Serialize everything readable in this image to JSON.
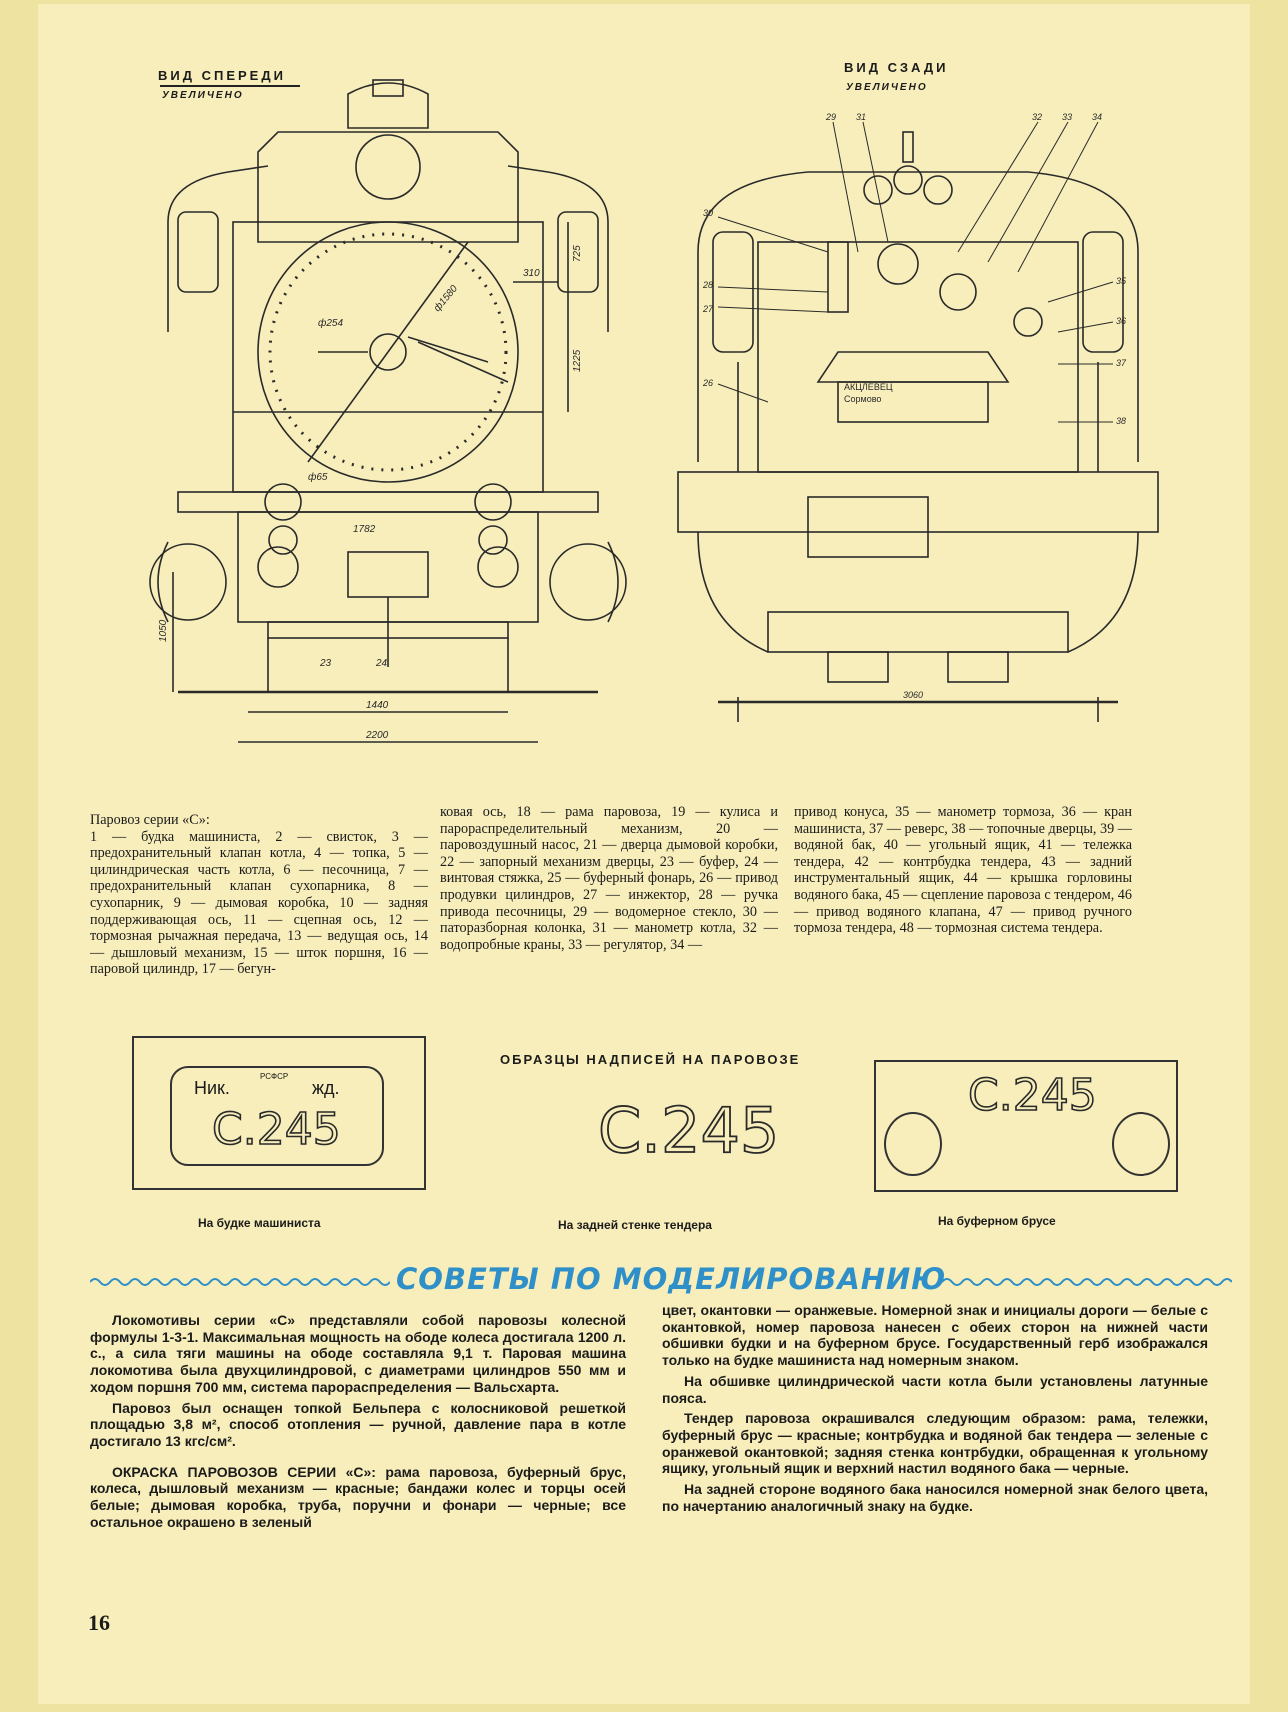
{
  "front_view": {
    "title": "ВИД СПЕРЕДИ",
    "subtitle": "УВЕЛИЧЕНО",
    "dims": [
      "725",
      "310",
      "1225",
      "ф254",
      "ф1580",
      "ф65",
      "1782",
      "1050",
      "1440",
      "2200",
      "23",
      "24"
    ]
  },
  "rear_view": {
    "title": "ВИД СЗАДИ",
    "subtitle": "УВЕЛИЧЕНО",
    "callouts": [
      "29",
      "31",
      "32",
      "33",
      "34",
      "30",
      "28",
      "27",
      "26",
      "35",
      "36",
      "37",
      "38"
    ],
    "dim": "3060",
    "boxes": [
      "АКЦЛЕВЕЦ",
      "Сормово"
    ]
  },
  "caption": {
    "col1": "Паровоз серии «С»:\n1 — будка машиниста, 2 — свисток, 3 — предохранительный клапан котла, 4 — топка, 5 — цилиндрическая часть котла, 6 — песочница, 7 — предохранительный клапан сухопарника, 8 — сухопарник, 9 — дымовая коробка, 10 — задняя поддерживающая ось, 11 — сцепная ось, 12 — тормозная рычажная передача, 13 — ведущая ось, 14 — дышловый механизм, 15 — шток поршня, 16 — паровой цилиндр, 17 — бегун-",
    "col2": "ковая ось, 18 — рама паровоза, 19 — кулиса и парораспределительный механизм, 20 — паровоздушный насос, 21 — дверца дымовой коробки, 22 — запорный механизм дверцы, 23 — буфер, 24 — винтовая стяжка, 25 — буферный фонарь, 26 — привод продувки цилиндров, 27 — инжектор, 28 — ручка привода песочницы, 29 — водомерное стекло, 30 — паторазборная колонка, 31 — манометр котла, 32 — водопробные краны, 33 — регулятор, 34 —",
    "col3": "привод конуса, 35 — манометр тормоза, 36 — кран машиниста, 37 — реверс, 38 — топочные дверцы, 39 — водяной бак, 40 — угольный ящик, 41 — тележка тендера, 42 — контрбудка тендера, 43 — задний инструментальный ящик, 44 — крышка горловины водяного бака, 45 — сцепление паровоза с тендером, 46 — привод водяного клапана, 47 — привод ручного тормоза тендера, 48 — тормозная система тендера."
  },
  "samples_heading": "ОБРАЗЦЫ НАДПИСЕЙ НА ПАРОВОЗЕ",
  "plates": [
    {
      "top_left": "Ник.",
      "top_right": "жд.",
      "emblem": "РСФСР",
      "number": "С.245",
      "caption": "На будке машиниста"
    },
    {
      "number": "С.245",
      "caption": "На задней стенке тендера"
    },
    {
      "number": "С.245",
      "caption": "На буферном брусе"
    }
  ],
  "banner": "СОВЕТЫ ПО МОДЕЛИРОВАНИЮ",
  "article": {
    "left": [
      "Локомотивы серии «С» представляли собой паровозы колесной формулы 1-3-1. Максимальная мощность на ободе колеса достигала 1200 л. с., а сила тяги машины на ободе составляла 9,1 т. Паровая машина локомотива была двухцилиндровой, с диаметрами цилиндров 550 мм и ходом поршня 700 мм, система парораспределения — Вальсхарта.",
      "Паровоз был оснащен топкой Бельпера с колосниковой решеткой площадью 3,8 м², способ отопления — ручной, давление пара в котле достигало 13 кгс/см².",
      "ОКРАСКА ПАРОВОЗОВ СЕРИИ «С»: рама паровоза, буферный брус, колеса, дышловый механизм — красные; бандажи колес и торцы осей белые; дымовая коробка, труба, поручни и фонари — черные; все остальное окрашено в зеленый"
    ],
    "right": [
      "цвет, окантовки — оранжевые. Номерной знак и инициалы дороги — белые с окантовкой, номер паровоза нанесен с обеих сторон на нижней части обшивки будки и на буферном брусе. Государственный герб изображался только на будке машиниста над номерным знаком.",
      "На обшивке цилиндрической части котла были установлены латунные пояса.",
      "Тендер паровоза окрашивался следующим образом: рама, тележки, буферный брус — красные; контрбудка и водяной бак тендера — зеленые с оранжевой окантовкой; задняя стенка контрбудки, обращенная к угольному ящику, угольный ящик и верхний настил водяного бака — черные.",
      "На задней стороне водяного бака наносился номерной знак белого цвета, по начертанию аналогичный знаку на будке."
    ]
  },
  "page_number": "16"
}
